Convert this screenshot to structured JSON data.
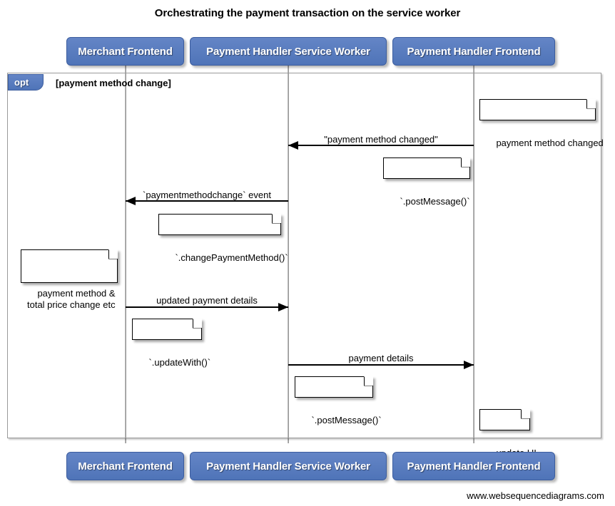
{
  "title": "Orchestrating the payment transaction on the service worker",
  "participants": [
    {
      "id": "merchant-frontend",
      "label": "Merchant Frontend"
    },
    {
      "id": "payment-handler-service-worker",
      "label": "Payment Handler Service Worker"
    },
    {
      "id": "payment-handler-frontend",
      "label": "Payment Handler Frontend"
    }
  ],
  "fragment": {
    "type": "opt",
    "guard": "[payment method change]"
  },
  "messages": [
    {
      "id": "payment-method-changed",
      "label": "\"payment method changed\"",
      "from": "payment-handler-frontend",
      "to": "payment-handler-service-worker",
      "direction": "left"
    },
    {
      "id": "paymentmethodchange-event",
      "label": "`paymentmethodchange` event",
      "from": "payment-handler-service-worker",
      "to": "merchant-frontend",
      "direction": "left"
    },
    {
      "id": "updated-payment-details",
      "label": "updated payment details",
      "from": "merchant-frontend",
      "to": "payment-handler-service-worker",
      "direction": "right"
    },
    {
      "id": "payment-details",
      "label": "payment details",
      "from": "payment-handler-service-worker",
      "to": "payment-handler-frontend",
      "direction": "right"
    }
  ],
  "notes": [
    {
      "id": "note-payment-method-changed",
      "text": "payment method changed"
    },
    {
      "id": "note-post-message-1",
      "text": "`.postMessage()`"
    },
    {
      "id": "note-change-payment-method",
      "text": "`.changePaymentMethod()`"
    },
    {
      "id": "note-payment-method-total-price",
      "text": "payment method &\ntotal price change etc"
    },
    {
      "id": "note-update-with",
      "text": "`.updateWith()`"
    },
    {
      "id": "note-post-message-2",
      "text": "`.postMessage()`"
    },
    {
      "id": "note-update-ui",
      "text": "update UI"
    }
  ],
  "footer": {
    "credit": "www.websequencediagrams.com"
  },
  "colors": {
    "participant_fill": "#5b7fc0",
    "participant_border": "#3c5d9e",
    "lifeline": "#9a9a9a",
    "frame_border": "#9a9a9a",
    "arrow": "#000000",
    "note_fill": "#ffffff",
    "background": "#ffffff"
  }
}
